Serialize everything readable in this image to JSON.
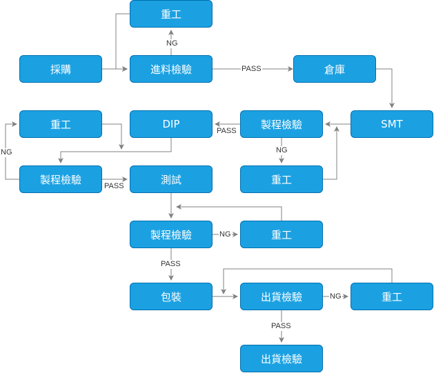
{
  "colors": {
    "node_fill": "#1ba1e2",
    "node_border": "#006eaf",
    "edge": "#808080",
    "text": "#ffffff"
  },
  "nodes": {
    "rework_top": "重工",
    "purchase": "採購",
    "incoming_inspection": "進料檢驗",
    "warehouse": "倉庫",
    "rework_left": "重工",
    "dip": "DIP",
    "process_inspection_mid": "製程檢驗",
    "smt": "SMT",
    "process_inspection_left": "製程檢驗",
    "test": "測試",
    "rework_mid": "重工",
    "process_inspection_lower": "製程檢驗",
    "rework_lower": "重工",
    "packaging": "包裝",
    "shipping_inspection": "出貨檢驗",
    "rework_right": "重工",
    "shipping_inspection_final": "出貨檢驗"
  },
  "edge_labels": {
    "ng_incoming": "NG",
    "pass_incoming": "PASS",
    "pass_process_mid": "PASS",
    "ng_process_mid": "NG",
    "ng_rework_left": "NG",
    "pass_process_left": "PASS",
    "ng_process_lower": "NG",
    "pass_process_lower": "PASS",
    "ng_shipping": "NG",
    "pass_shipping": "PASS"
  }
}
